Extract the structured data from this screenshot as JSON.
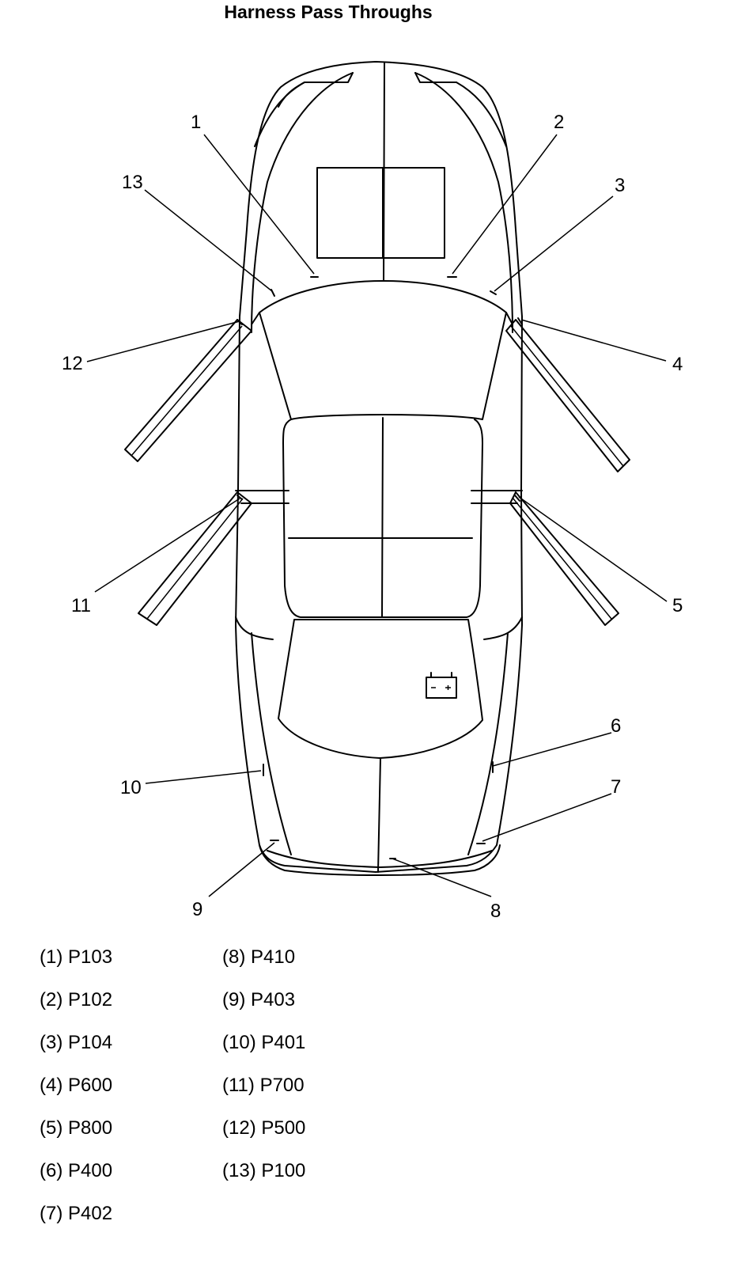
{
  "title": "Harness Pass Throughs",
  "callouts": [
    {
      "num": "1"
    },
    {
      "num": "2"
    },
    {
      "num": "3"
    },
    {
      "num": "4"
    },
    {
      "num": "5"
    },
    {
      "num": "6"
    },
    {
      "num": "7"
    },
    {
      "num": "8"
    },
    {
      "num": "9"
    },
    {
      "num": "10"
    },
    {
      "num": "11"
    },
    {
      "num": "12"
    },
    {
      "num": "13"
    }
  ],
  "legend": [
    "(1) P103",
    "(2) P102",
    "(3) P104",
    "(4) P600",
    "(5) P800",
    "(6) P400",
    "(7) P402",
    "(8) P410",
    "(9) P403",
    "(10) P401",
    "(11) P700",
    "(12) P500",
    "(13) P100"
  ],
  "icons": {
    "battery": "battery-icon"
  }
}
